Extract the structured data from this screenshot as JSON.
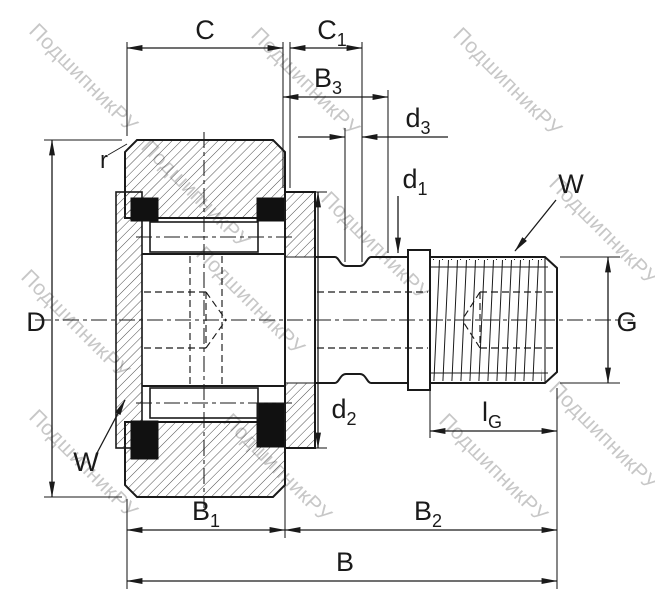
{
  "watermark": {
    "text": "ПодшипникРУ",
    "color": "#c7c7c7"
  },
  "labels": {
    "C": {
      "main": "C",
      "sub": ""
    },
    "C1": {
      "main": "C",
      "sub": "1"
    },
    "B3": {
      "main": "B",
      "sub": "3"
    },
    "d3": {
      "main": "d",
      "sub": "3"
    },
    "d1": {
      "main": "d",
      "sub": "1"
    },
    "W_top": {
      "main": "W",
      "sub": ""
    },
    "r": {
      "main": "r",
      "sub": ""
    },
    "D": {
      "main": "D",
      "sub": ""
    },
    "G": {
      "main": "G",
      "sub": ""
    },
    "d2": {
      "main": "d",
      "sub": "2"
    },
    "W_bottom": {
      "main": "W",
      "sub": ""
    },
    "lG": {
      "main": "l",
      "sub": "G"
    },
    "B1": {
      "main": "B",
      "sub": "1"
    },
    "B2": {
      "main": "B",
      "sub": "2"
    },
    "B": {
      "main": "B",
      "sub": ""
    }
  },
  "colors": {
    "line": "#1a1a1a",
    "watermark": "#c7c7c7",
    "background": "#ffffff"
  }
}
